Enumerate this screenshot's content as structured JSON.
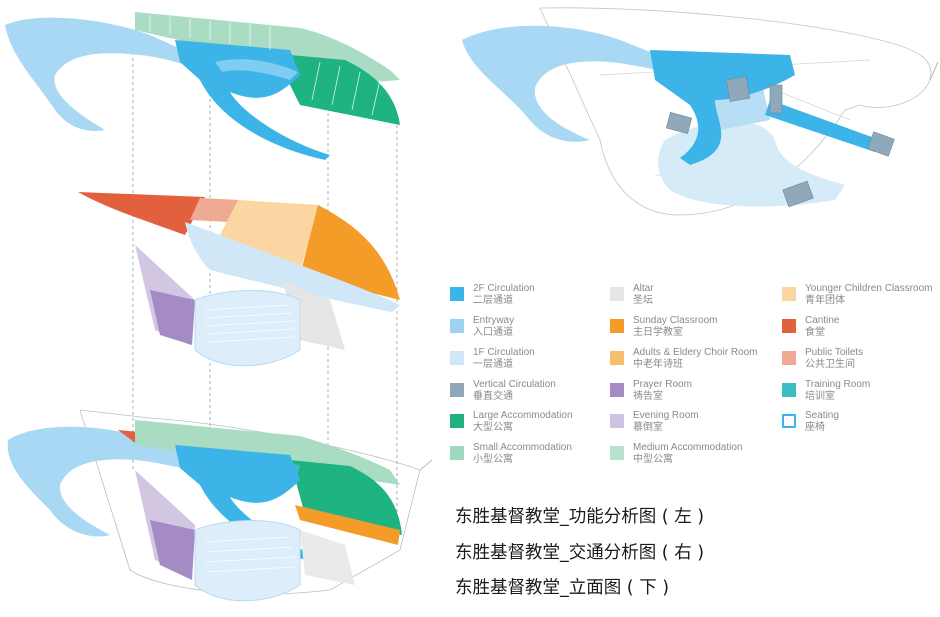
{
  "colors": {
    "circ2f": "#3bb4e8",
    "entry": "#9ed2f0",
    "circ1f": "#cfe7f7",
    "vertical": "#8fa9bb",
    "large": "#1fb27f",
    "small": "#9fd8bd",
    "altar": "#e6e6e6",
    "sunday": "#f39c27",
    "adults": "#f8bd6e",
    "prayer": "#a58bc4",
    "evening": "#cfc3e1",
    "medium": "#b8e2cd",
    "younger": "#fbd6a2",
    "cantine": "#e2603d",
    "toilets": "#eeaa93",
    "training": "#3bbec3",
    "seating_border": "#3bb4e8",
    "outline": "#b9b9b9"
  },
  "legend": [
    {
      "key": "circ2f",
      "en": "2F Circulation",
      "zh": "二层通道",
      "color": "#3bb4e8"
    },
    {
      "key": "entry",
      "en": "Entryway",
      "zh": "入口通道",
      "color": "#9ed2f0"
    },
    {
      "key": "circ1f",
      "en": "1F Circulation",
      "zh": "一层通道",
      "color": "#cfe7f7"
    },
    {
      "key": "vertical",
      "en": "Vertical Circulation",
      "zh": "垂直交通",
      "color": "#8fa9bb"
    },
    {
      "key": "large",
      "en": "Large Accommodation",
      "zh": "大型公寓",
      "color": "#1fb27f"
    },
    {
      "key": "small",
      "en": "Small Accommodation",
      "zh": "小型公寓",
      "color": "#9fd8bd"
    },
    {
      "key": "altar",
      "en": "Altar",
      "zh": "圣坛",
      "color": "#e6e6e6"
    },
    {
      "key": "sunday",
      "en": "Sunday Classroom",
      "zh": "主日学教室",
      "color": "#f39c27"
    },
    {
      "key": "adults",
      "en": "Adults & Eldery Choir Room",
      "zh": "中老年诗班",
      "color": "#f8bd6e"
    },
    {
      "key": "prayer",
      "en": "Prayer Room",
      "zh": "祷告室",
      "color": "#a58bc4"
    },
    {
      "key": "evening",
      "en": "Evening Room",
      "zh": "慕倒室",
      "color": "#cfc3e1"
    },
    {
      "key": "medium",
      "en": "Medium Accommodation",
      "zh": "中型公寓",
      "color": "#b8e2cd"
    },
    {
      "key": "younger",
      "en": "Younger Children Classroom",
      "zh": "青年团体",
      "color": "#fbd6a2"
    },
    {
      "key": "cantine",
      "en": "Cantine",
      "zh": "食堂",
      "color": "#e2603d"
    },
    {
      "key": "toilets",
      "en": "Public Toilets",
      "zh": "公共卫生间",
      "color": "#eeaa93"
    },
    {
      "key": "training",
      "en": "Training Room",
      "zh": "培训室",
      "color": "#3bbec3"
    },
    {
      "key": "seating",
      "en": "Seating",
      "zh": "座椅",
      "color": "#ffffff",
      "border": "#3bb4e8"
    }
  ],
  "captions": {
    "line1": "东胜基督教堂_功能分析图 ( 左 )",
    "line2": "东胜基督教堂_交通分析图 ( 右 )",
    "line3": "东胜基督教堂_立面图 ( 下 )"
  }
}
